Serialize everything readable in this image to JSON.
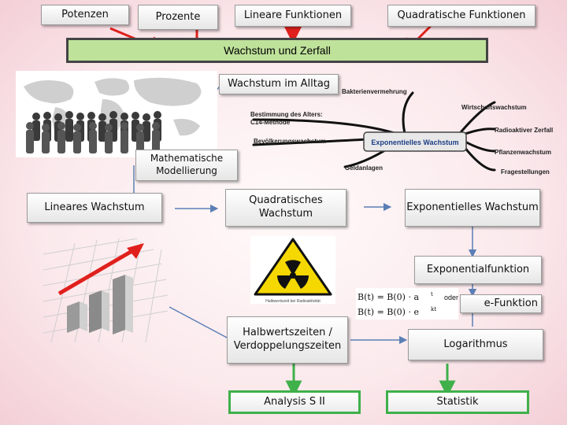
{
  "top_boxes": {
    "potenzen": "Potenzen",
    "prozente": "Prozente",
    "lineare": "Lineare Funktionen",
    "quadratische": "Quadratische Funktionen"
  },
  "banner": "Wachstum und Zerfall",
  "alltag": "Wachstum im Alltag",
  "modellierung": "Mathematische Modellierung",
  "lineares": "Lineares Wachstum",
  "quad_wachstum": "Quadratisches Wachstum",
  "exp_wachstum": "Exponentielles Wachstum",
  "expfunktion": "Exponentialfunktion",
  "efunktion": "e-Funktion",
  "halbwertszeiten": "Halbwertszeiten / Verdoppelungszeiten",
  "logarithmus": "Logarithmus",
  "analysis": "Analysis S II",
  "statistik": "Statistik",
  "mindmap": {
    "center": "Exponentielles Wachstum",
    "branches": {
      "bakterien": "Bakterienvermehrung",
      "alter": "Bestimmung des Alters:",
      "c14": "C14-Methode",
      "wirtschaft": "Wirtschaftswachstum",
      "radio": "Radioaktiver Zerfall",
      "bevoelkerung": "Bevölkerungswachstum",
      "pflanzen": "Pflanzenwachstum",
      "geld": "Geldanlagen",
      "fragen": "Fragestellungen"
    }
  },
  "formula": {
    "line1": "B(t) = B(0) · a",
    "line1_exp": "t",
    "oder": "oder",
    "line2": "B(t) = B(0) · e",
    "line2_exp": "kt"
  },
  "hazard_caption": "Halbwertszeit bei Radioaktivität",
  "colors": {
    "arrow_red": "#e0201c",
    "arrow_green": "#3fb04a",
    "connector_blue": "#5b7fb5",
    "banner_fill": "#bfe29b"
  }
}
